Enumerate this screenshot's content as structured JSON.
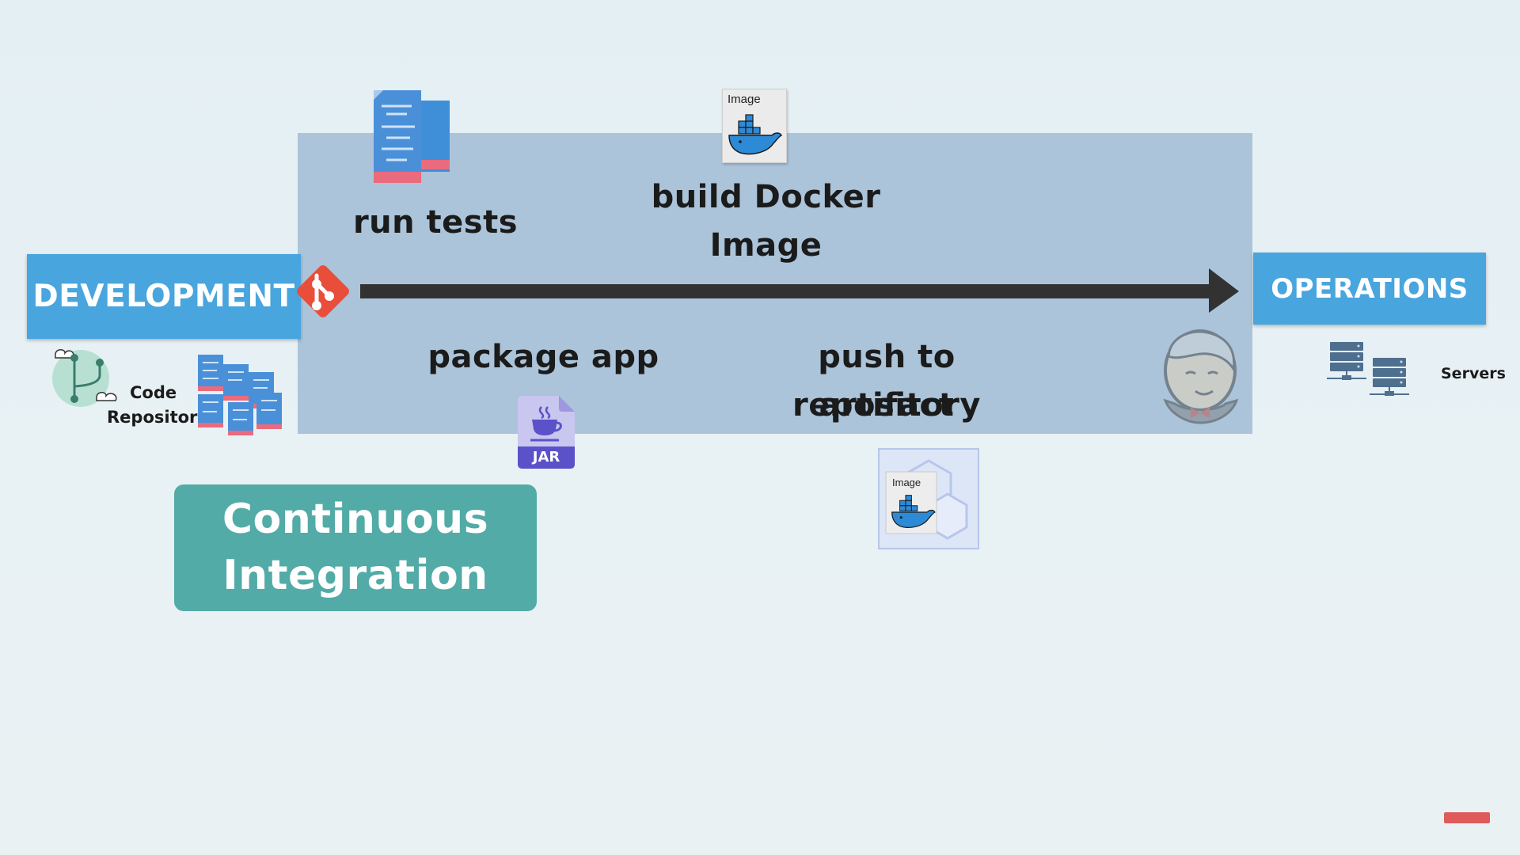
{
  "boxes": {
    "development": "DEVELOPMENT",
    "operations": "OPERATIONS"
  },
  "steps": {
    "run_tests": "run tests",
    "build_image_line1": "build Docker",
    "build_image_line2": "Image",
    "package_app": "package app",
    "push_line1": "push to artifact",
    "push_line2": "repository"
  },
  "code_repo": {
    "line1": "Code",
    "line2": "Repository"
  },
  "servers": "Servers",
  "image_tag": "Image",
  "jar_tag": "JAR",
  "badge": {
    "line1": "Continuous",
    "line2": "Integration"
  },
  "icons": [
    "code-files-icon",
    "docker-image-icon",
    "git-icon",
    "jar-file-icon",
    "artifact-repository-icon",
    "jenkins-icon",
    "servers-icon",
    "code-repository-icon"
  ],
  "colors": {
    "band": "#abc4da",
    "box": "#48a5de",
    "badge": "#52aba6",
    "arrow": "#323232",
    "git": "#e84e3a"
  }
}
